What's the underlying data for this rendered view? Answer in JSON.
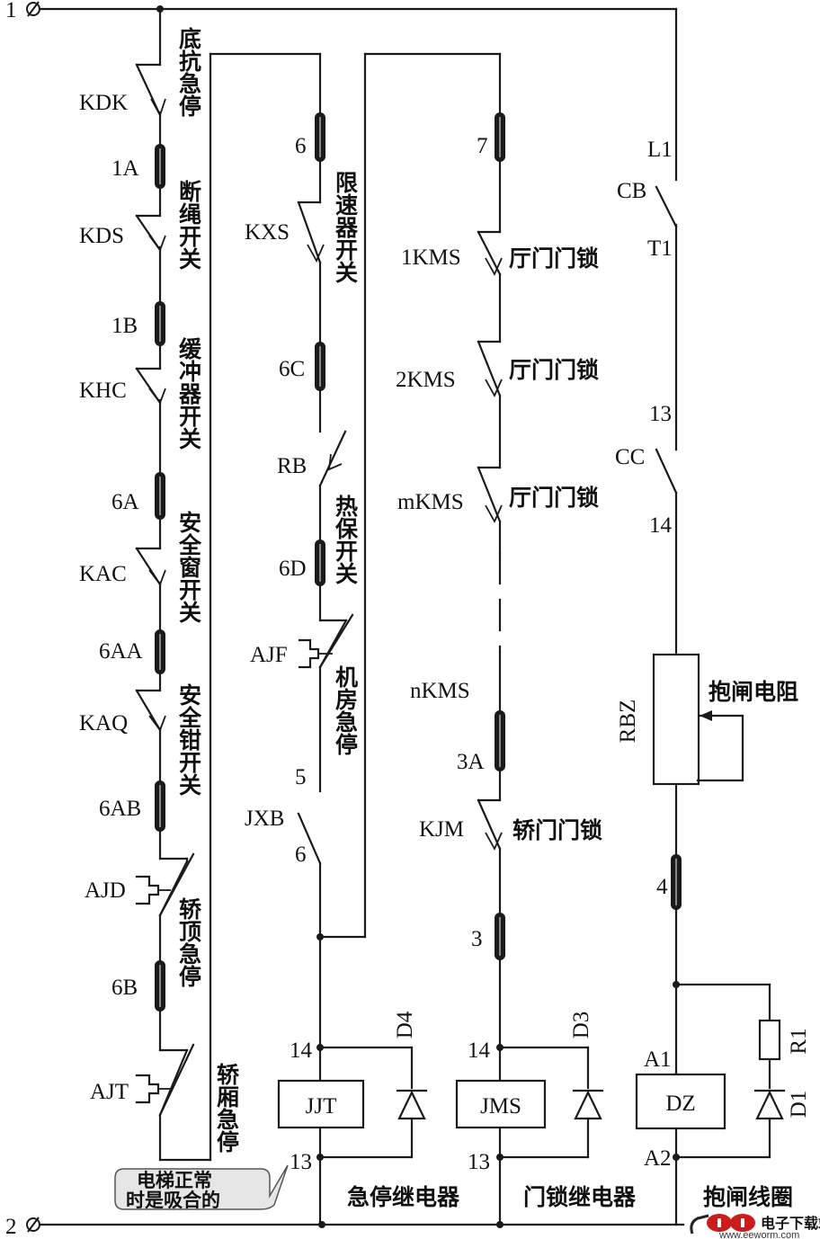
{
  "supply": {
    "top": "1",
    "bottom": "2"
  },
  "switches": {
    "KDK": "KDK",
    "KDS": "KDS",
    "KHC": "KHC",
    "KAC": "KAC",
    "KAQ": "KAQ",
    "AJD": "AJD",
    "AJT": "AJT",
    "KXS": "KXS",
    "RB": "RB",
    "AJF": "AJF",
    "JXB": "JXB",
    "KMS1": "1KMS",
    "KMS2": "2KMS",
    "KMSm": "mKMS",
    "KMSn": "nKMS",
    "KJM": "KJM",
    "CB": "CB",
    "CC": "CC"
  },
  "terminals": {
    "t1A": "1A",
    "t1B": "1B",
    "t6A": "6A",
    "t6AA": "6AA",
    "t6AB": "6AB",
    "t6B": "6B",
    "t6": "6",
    "t6C": "6C",
    "t6D": "6D",
    "t5": "5",
    "t6b": "6",
    "t7": "7",
    "t3A": "3A",
    "t3": "3",
    "t4": "4",
    "tL1": "L1",
    "tT1": "T1",
    "t13a": "13",
    "t14a": "14",
    "t14j": "14",
    "t13j": "13",
    "t14m": "14",
    "t13m": "13",
    "tA1": "A1",
    "tA2": "A2"
  },
  "components": {
    "JJT": "JJT",
    "JMS": "JMS",
    "DZ": "DZ",
    "RBZ": "RBZ",
    "D4": "D4",
    "D3": "D3",
    "D1": "D1",
    "R1": "R1"
  },
  "captions": {
    "dikang": "底抗急停",
    "duansheng": "断绳开关",
    "huanchong": "缓冲器开关",
    "anquanchuang": "安全窗开关",
    "anquanqian": "安全钳开关",
    "jiaoding": "轿顶急停",
    "jiaoxiang": "轿厢急停",
    "xiansu": "限速器开关",
    "rebao": "热保开关",
    "jifang": "机房急停",
    "tingmen1": "厅门门锁",
    "tingmen2": "厅门门锁",
    "tingmenm": "厅门门锁",
    "jiaomen": "轿门门锁",
    "baozha_r": "抱闸电阻",
    "jiting_relay": "急停继电器",
    "mensuo_relay": "门锁继电器",
    "baozha_coil": "抱闸线圈",
    "note1": "电梯正常",
    "note2": "时是吸合的"
  },
  "watermark": {
    "site": "电子下载站",
    "url": "www.eeworm.com"
  }
}
